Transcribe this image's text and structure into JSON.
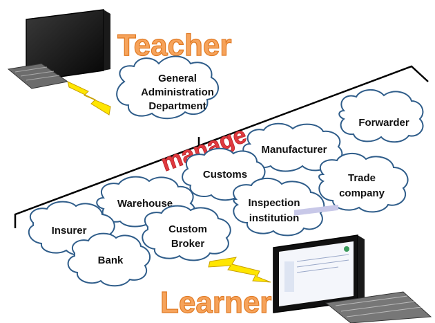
{
  "roles": {
    "teacher": "Teacher",
    "learner": "Learner"
  },
  "relation": "manage",
  "clouds": {
    "general_admin": [
      "General",
      "Administration",
      "Department"
    ],
    "forwarder": [
      "Forwarder"
    ],
    "manufacturer": [
      "Manufacturer"
    ],
    "customs": [
      "Customs"
    ],
    "trade_company": [
      "Trade",
      "company"
    ],
    "warehouse": [
      "Warehouse"
    ],
    "inspection": [
      "Inspection",
      "institution"
    ],
    "insurer": [
      "Insurer"
    ],
    "custom_broker": [
      "Custom",
      "Broker"
    ],
    "bank": [
      "Bank"
    ]
  },
  "colors": {
    "role_text": "#f6a35b",
    "manage_text": "#e0393e",
    "cloud_outline": "#2f5d8a",
    "lightning": "#ffe600"
  },
  "icons": {
    "teacher_computer": "monitor-icon",
    "learner_computer": "monitor-icon",
    "link": "lightning-icon"
  }
}
